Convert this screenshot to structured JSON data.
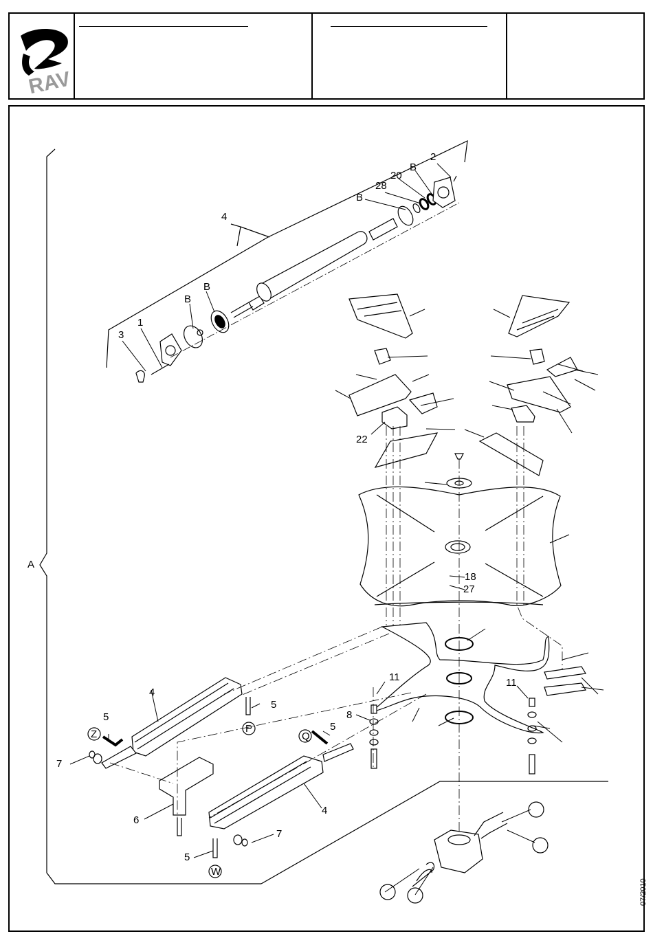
{
  "header": {
    "logo_text": "RAV",
    "field_1": "",
    "field_2": "",
    "field_3": ""
  },
  "diagram": {
    "group_label": "A",
    "callouts": {
      "c1": "1",
      "c2": "2",
      "c3": "3",
      "c4a": "4",
      "c4b": "4",
      "c4c": "4",
      "c5a": "5",
      "c5b": "5",
      "c5c": "5",
      "c5d": "5",
      "c6": "6",
      "c7a": "7",
      "c7b": "7",
      "c8": "8",
      "c11a": "11",
      "c11b": "11",
      "c18": "18",
      "c20": "20",
      "c22": "22",
      "c27": "27",
      "c28": "28",
      "cBa": "B",
      "cBb": "B",
      "cBc": "B",
      "cBd": "B"
    },
    "circled": {
      "z": "Z",
      "p": "P",
      "q": "Q",
      "w": "W"
    }
  },
  "footer": {
    "date": "07/2010"
  }
}
